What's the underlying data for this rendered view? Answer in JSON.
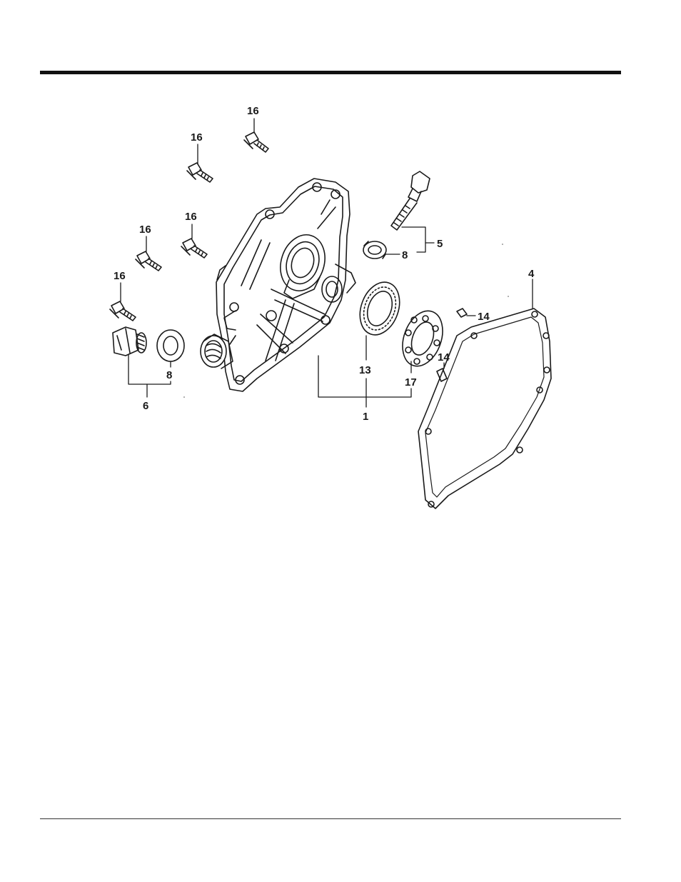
{
  "diagram": {
    "callouts": {
      "bolt_a": "16",
      "bolt_b": "16",
      "bolt_c": "16",
      "bolt_d": "16",
      "bolt_e": "16",
      "dipstick_assy": "5",
      "seal_upper": "8",
      "gasket": "4",
      "pin_a": "14",
      "pin_b": "14",
      "bearing": "13",
      "bearing_b": "17",
      "cover_assy": "1",
      "washer": "8",
      "plug_assy": "6"
    }
  }
}
